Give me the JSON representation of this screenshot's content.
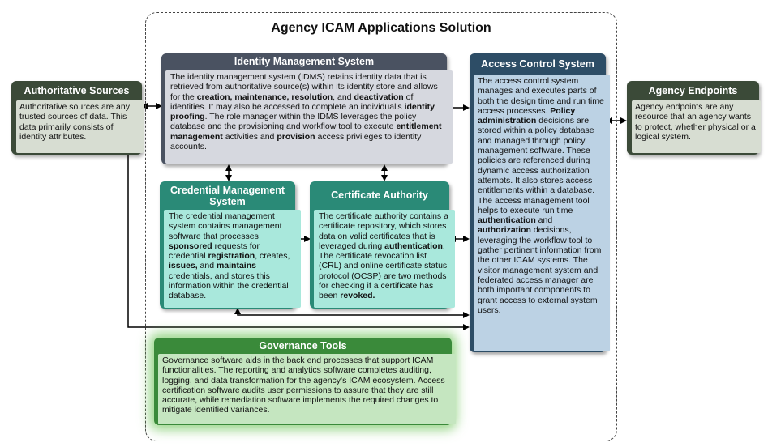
{
  "title": "Agency ICAM Applications Solution",
  "authoritative": {
    "title": "Authoritative Sources",
    "body": [
      {
        "t": "Authoritative sources are any trusted sources of data. This data primarily consists of identity attributes."
      }
    ]
  },
  "endpoints": {
    "title": "Agency Endpoints",
    "body": [
      {
        "t": "Agency endpoints are any resource that an agency wants to protect, whether physical or a logical system."
      }
    ]
  },
  "idms": {
    "title": "Identity Management System",
    "body": [
      {
        "t": "The identity management system (IDMS) retains identity data that is retrieved from authoritative source(s) within its identity store and allows for the "
      },
      {
        "t": "creation, maintenance, resolution",
        "b": true
      },
      {
        "t": ", and "
      },
      {
        "t": "deactivation",
        "b": true
      },
      {
        "t": " of identities. It may also be accessed to complete an individual's "
      },
      {
        "t": "identity proofing",
        "b": true
      },
      {
        "t": ". The role manager within the IDMS leverages the policy database and the provisioning and workflow tool to execute "
      },
      {
        "t": "entitlement management",
        "b": true
      },
      {
        "t": " activities and "
      },
      {
        "t": "provision",
        "b": true
      },
      {
        "t": " access privileges to identity accounts."
      }
    ]
  },
  "credential": {
    "title": "Credential Management System",
    "body": [
      {
        "t": "The credential management system contains management software that processes "
      },
      {
        "t": "sponsored",
        "b": true
      },
      {
        "t": " requests for credential "
      },
      {
        "t": "registration",
        "b": true
      },
      {
        "t": ", creates, "
      },
      {
        "t": "issues,",
        "b": true
      },
      {
        "t": " and "
      },
      {
        "t": "maintains",
        "b": true
      },
      {
        "t": " credentials, and stores this information within the credential database."
      }
    ]
  },
  "certificate": {
    "title": "Certificate Authority",
    "body": [
      {
        "t": "The certificate authority contains a certificate repository, which stores data on valid certificates that is leveraged during "
      },
      {
        "t": "authentication",
        "b": true
      },
      {
        "t": ". The certificate revocation list (CRL) and online certificate status protocol (OCSP) are two methods for checking if a certificate has been "
      },
      {
        "t": "revoked.",
        "b": true
      }
    ]
  },
  "access": {
    "title": "Access Control System",
    "body": [
      {
        "t": "The access control system manages and executes parts of both the design time and run time access processes. "
      },
      {
        "t": "Policy administration",
        "b": true
      },
      {
        "t": " decisions are stored within a policy database and managed through policy management software. These policies are referenced during dynamic access authorization attempts. It also stores access entitlements within a database. The access management tool helps to execute run time "
      },
      {
        "t": "authentication",
        "b": true
      },
      {
        "t": " and "
      },
      {
        "t": "authorization",
        "b": true
      },
      {
        "t": " decisions, leveraging the workflow tool to gather pertinent information from the other ICAM systems. The visitor management system and federated access manager are both important components to grant access to external system users."
      }
    ]
  },
  "governance": {
    "title": "Governance Tools",
    "body": [
      {
        "t": "Governance software aids in the back end processes that support ICAM functionalities. The reporting and analytics software completes auditing, logging, and data transformation for the agency's ICAM ecosystem. Access certification software audits user permissions to assure that they are still accurate, while  remediation software implements the required changes to mitigate identified variances."
      }
    ]
  }
}
